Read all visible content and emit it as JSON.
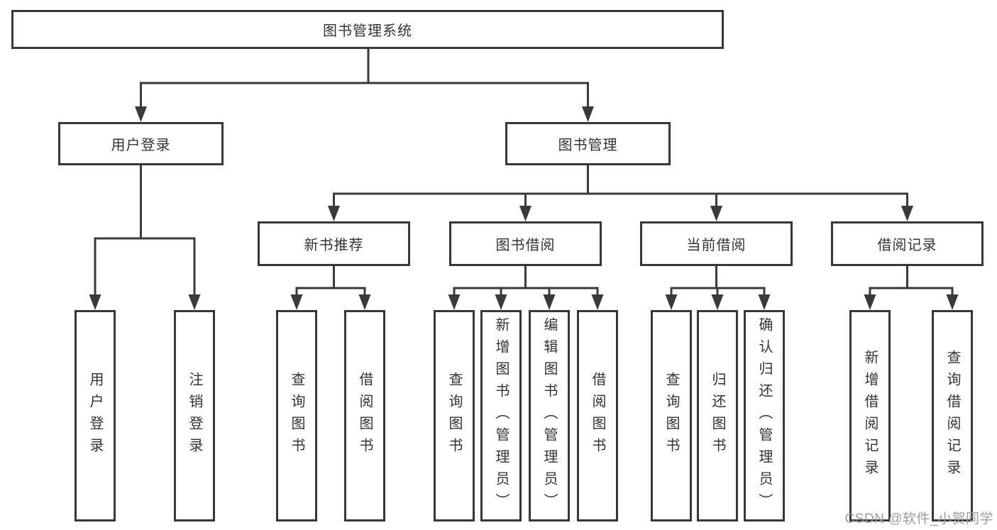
{
  "tree": {
    "label": "图书管理系统",
    "children": [
      {
        "label": "用户登录",
        "children": [
          {
            "label": "用户登录"
          },
          {
            "label": "注销登录"
          }
        ]
      },
      {
        "label": "图书管理",
        "children": [
          {
            "label": "新书推荐",
            "children": [
              {
                "label": "查询图书"
              },
              {
                "label": "借阅图书"
              }
            ]
          },
          {
            "label": "图书借阅",
            "children": [
              {
                "label": "查询图书"
              },
              {
                "label": "新增图书（管理员）"
              },
              {
                "label": "编辑图书（管理员）"
              },
              {
                "label": "借阅图书"
              }
            ]
          },
          {
            "label": "当前借阅",
            "children": [
              {
                "label": "查询图书"
              },
              {
                "label": "归还图书"
              },
              {
                "label": "确认归还（管理员）"
              }
            ]
          },
          {
            "label": "借阅记录",
            "children": [
              {
                "label": "新增借阅记录"
              },
              {
                "label": "查询借阅记录"
              }
            ]
          }
        ]
      }
    ]
  },
  "watermark": {
    "text": "CSDN @软件_小贺同学"
  },
  "colors": {
    "line": "#3a3a3a",
    "box_border": "#383838",
    "text": "#333333",
    "watermark": "#9c9c9c",
    "background": "#ffffff"
  }
}
